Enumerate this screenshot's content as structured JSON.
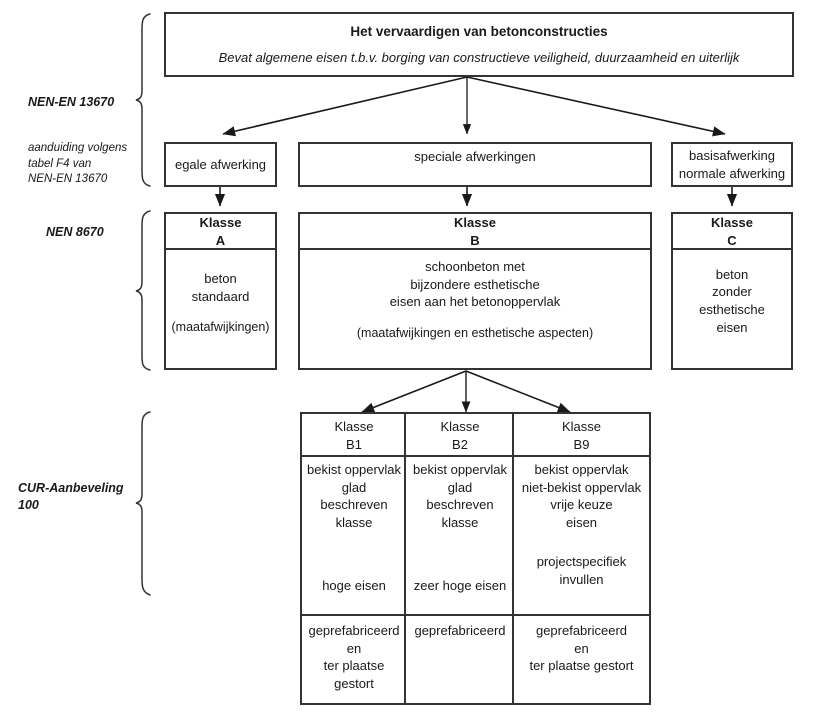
{
  "diagram": {
    "title_box": {
      "title": "Het vervaardigen van betonconstructies",
      "subtitle": "Bevat algemene eisen t.b.v. borging van constructieve veiligheid, duurzaamheid en uiterlijk"
    },
    "side_labels": [
      {
        "id": "nen-en-13670",
        "text": "NEN-EN 13670"
      },
      {
        "id": "aanduiding-note-line1",
        "text": "aanduiding volgens"
      },
      {
        "id": "aanduiding-note-line2",
        "text": "tabel  F4  van"
      },
      {
        "id": "aanduiding-note-line3",
        "text": "NEN-EN 13670"
      },
      {
        "id": "nen-8670",
        "text": "NEN 8670"
      },
      {
        "id": "cur-aanbeveling-line1",
        "text": "CUR-Aanbeveling"
      },
      {
        "id": "cur-aanbeveling-line2",
        "text": "100"
      }
    ],
    "finishing_row": [
      {
        "id": "egale",
        "lines": [
          "egale afwerking"
        ]
      },
      {
        "id": "speciale",
        "lines": [
          "speciale afwerkingen"
        ]
      },
      {
        "id": "basis",
        "lines": [
          "basisafwerking",
          "normale afwerking"
        ]
      }
    ],
    "class_row": [
      {
        "id": "klasse-a",
        "header_line1": "Klasse",
        "header_line2": "A",
        "body": [
          "beton",
          "standaard"
        ],
        "note": "(maatafwijkingen)"
      },
      {
        "id": "klasse-b",
        "header_line1": "Klasse",
        "header_line2": "B",
        "body": [
          "schoonbeton met",
          "bijzondere esthetische",
          "eisen aan het betonoppervlak"
        ],
        "note": "(maatafwijkingen en esthetische aspecten)"
      },
      {
        "id": "klasse-c",
        "header_line1": "Klasse",
        "header_line2": "C",
        "body": [
          "beton",
          "zonder",
          "esthetische",
          "eisen"
        ],
        "note": ""
      }
    ],
    "subclass_table": {
      "columns": [
        {
          "id": "klasse-b1",
          "header_line1": "Klasse",
          "header_line2": "B1",
          "features": [
            "bekist oppervlak",
            "glad",
            "beschreven",
            "klasse"
          ],
          "requirement": [
            "hoge eisen"
          ],
          "application": [
            "geprefabriceerd",
            "en",
            "ter plaatse",
            "gestort"
          ]
        },
        {
          "id": "klasse-b2",
          "header_line1": "Klasse",
          "header_line2": "B2",
          "features": [
            "bekist oppervlak",
            "glad",
            "beschreven",
            "klasse"
          ],
          "requirement": [
            "zeer hoge eisen"
          ],
          "application": [
            "geprefabriceerd"
          ]
        },
        {
          "id": "klasse-b9",
          "header_line1": "Klasse",
          "header_line2": "B9",
          "features": [
            "bekist oppervlak",
            "niet-bekist oppervlak",
            "vrije keuze",
            "eisen"
          ],
          "requirement": [
            "projectspecifiek",
            "invullen"
          ],
          "application": [
            "geprefabriceerd",
            "en",
            "ter plaatse gestort"
          ]
        }
      ]
    },
    "colors": {
      "stroke": "#333333",
      "text": "#1a1a1a",
      "background": "#ffffff"
    }
  }
}
